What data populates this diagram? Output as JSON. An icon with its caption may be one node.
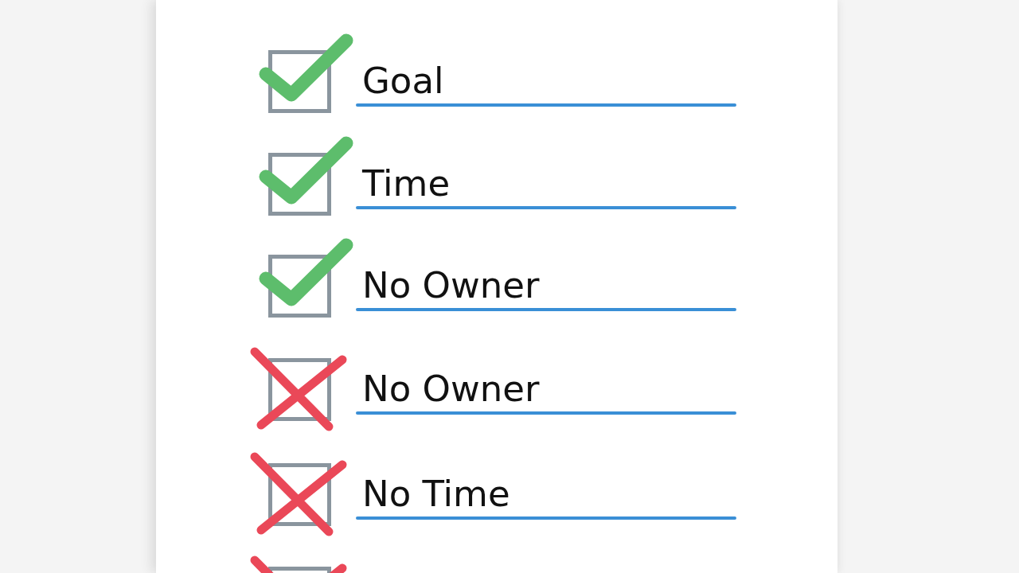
{
  "diagram": {
    "labels": [
      "Goal",
      "Time",
      "No Owner",
      "No Owner",
      "No Time"
    ]
  }
}
